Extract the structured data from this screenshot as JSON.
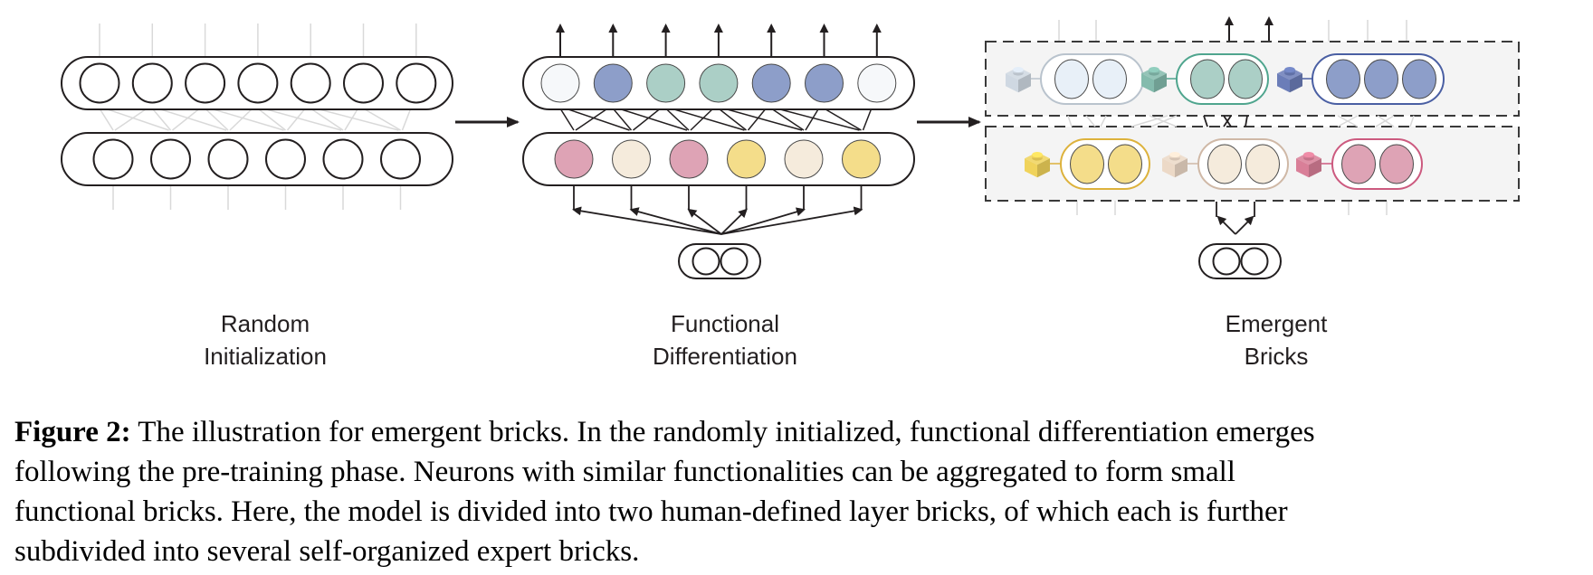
{
  "figure": {
    "number_label": "Figure 2:",
    "caption_lines": [
      "The illustration for emergent bricks. In the randomly initialized, functional differentiation emerges",
      "following the pre-training phase.  Neurons with similar functionalities can be aggregated to form small",
      "functional bricks. Here, the model is divided into two human-defined layer bricks, of which each is further",
      "subdivided into several self-organized expert bricks."
    ]
  },
  "panels": [
    {
      "id": "random-initialization",
      "label_lines": [
        "Random",
        "Initialization"
      ],
      "upper_layer_neurons": [
        "none",
        "none",
        "none",
        "none",
        "none",
        "none",
        "none"
      ],
      "lower_layer_neurons": [
        "none",
        "none",
        "none",
        "none",
        "none",
        "none"
      ]
    },
    {
      "id": "functional-differentiation",
      "label_lines": [
        "Functional",
        "Differentiation"
      ],
      "upper_layer_neurons": [
        "white",
        "blue",
        "teal",
        "teal",
        "blue",
        "blue",
        "white"
      ],
      "lower_layer_neurons": [
        "pink",
        "cream",
        "pink",
        "yellow",
        "cream",
        "yellow"
      ],
      "input_neurons": 2
    },
    {
      "id": "emergent-bricks",
      "label_lines": [
        "Emergent",
        "Bricks"
      ],
      "upper_layer_bricks": [
        {
          "color": "white",
          "neurons": 2
        },
        {
          "color": "teal",
          "neurons": 2
        },
        {
          "color": "blue",
          "neurons": 3
        }
      ],
      "lower_layer_bricks": [
        {
          "color": "yellow",
          "neurons": 2
        },
        {
          "color": "cream",
          "neurons": 2
        },
        {
          "color": "pink",
          "neurons": 2
        }
      ],
      "input_neurons": 2
    }
  ],
  "palette": {
    "white": {
      "fill": "#f6f8fa",
      "stroke": "#b9c3cd",
      "brick": "#cfd8e2",
      "cap_fill": "#e8f0f8"
    },
    "blue": {
      "fill": "#8d9ec9",
      "stroke": "#4a5fa3",
      "brick": "#6b7db8"
    },
    "teal": {
      "fill": "#abcfc6",
      "stroke": "#4fa58e",
      "brick": "#84bbad"
    },
    "pink": {
      "fill": "#dea3b5",
      "stroke": "#cc5a7f",
      "brick": "#d97f98"
    },
    "cream": {
      "fill": "#f5ebdc",
      "stroke": "#cfb8a6",
      "brick": "#ecd9c7"
    },
    "yellow": {
      "fill": "#f4dd8a",
      "stroke": "#ddb23c",
      "brick": "#f0d35b"
    },
    "none": {
      "fill": "#ffffff",
      "stroke": "#231f20"
    },
    "ink": "#231f20",
    "faint": "#d9d9d9",
    "box_bg": "#f4f4f4"
  }
}
